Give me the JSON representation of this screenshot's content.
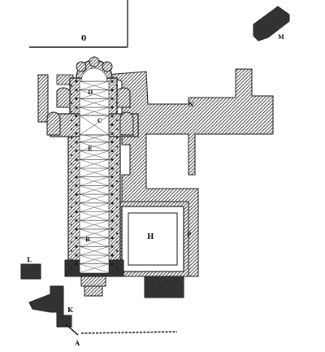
{
  "plan": {
    "labels": {
      "O": "0",
      "M": "M",
      "N": "N",
      "H": "H",
      "P": "P",
      "L": "L",
      "K": "K",
      "A": "A",
      "B": "B",
      "E": "E",
      "C": "C",
      "D": "D"
    }
  },
  "colors": {
    "ink": "#1a1a1a",
    "paper": "#ffffff"
  }
}
